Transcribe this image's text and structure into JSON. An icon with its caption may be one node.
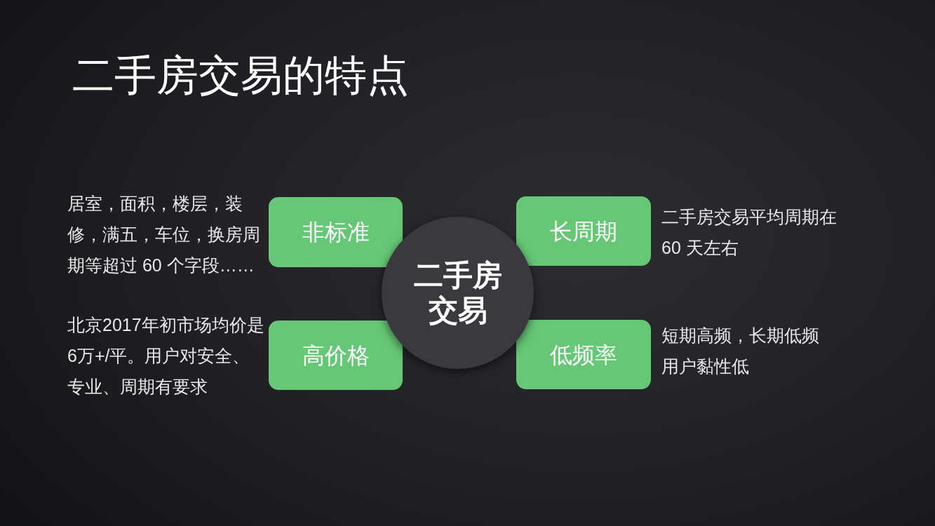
{
  "diagram": {
    "title": "二手房交易的特点",
    "nodes": [
      {
        "text": [
          "非标准"
        ],
        "beside": [
          "居室，面积，楼层，装修，满五，车位，换房周期等超过 60 个字段……"
        ]
      },
      {
        "text": [
          "长周期"
        ],
        "beside": [
          "二手房交易平均周期在 60 天左右"
        ]
      },
      {
        "text": [
          "二手房交易"
        ]
      },
      {
        "text": [
          "高价格"
        ],
        "beside": [
          "北京2017年初市场均价是6万+/平。用户对安全、专业、周期有要求"
        ]
      },
      {
        "text": [
          "低频率"
        ],
        "beside": [
          "短期高频，长期低频",
          "用户黏性低"
        ]
      }
    ]
  }
}
